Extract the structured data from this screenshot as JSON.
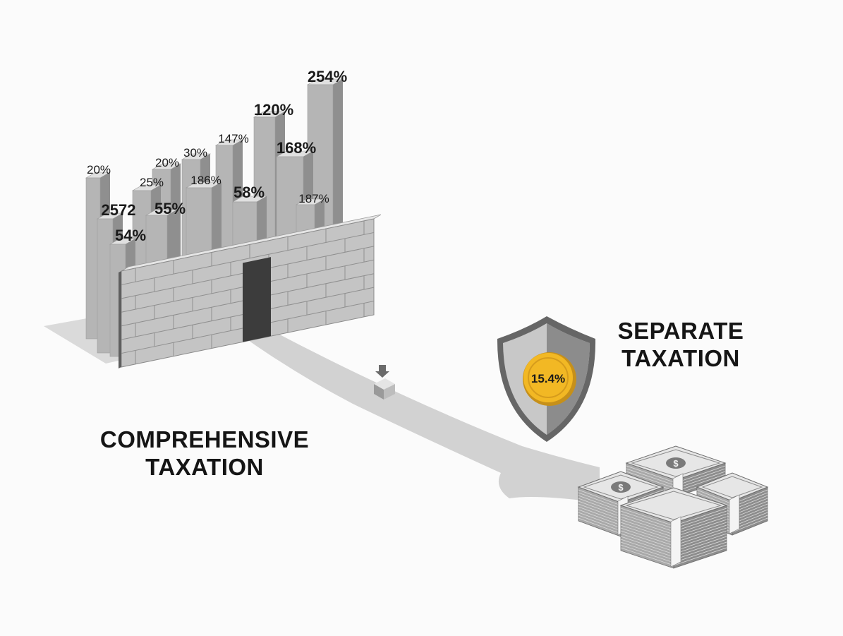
{
  "bar_labels": [
    {
      "text": "20%",
      "size": 17
    },
    {
      "text": "2572",
      "size": 22
    },
    {
      "text": "54%",
      "size": 22
    },
    {
      "text": "25%",
      "size": 17
    },
    {
      "text": "55%",
      "size": 22
    },
    {
      "text": "20%",
      "size": 17
    },
    {
      "text": "30%",
      "size": 17
    },
    {
      "text": "186%",
      "size": 17
    },
    {
      "text": "147%",
      "size": 17
    },
    {
      "text": "58%",
      "size": 22
    },
    {
      "text": "120%",
      "size": 22
    },
    {
      "text": "168%",
      "size": 22
    },
    {
      "text": "187%",
      "size": 17
    },
    {
      "text": "254%",
      "size": 22
    }
  ],
  "comprehensive_label": [
    "COMPREHENSIVE",
    "TAXATION"
  ],
  "separate_label": [
    "SEPARATE",
    "TAXATION"
  ],
  "coin_rate": "15.4%",
  "colors": {
    "coin": "#f2b824",
    "bar_front": "#b5b5b5",
    "bar_side": "#8f8f8f",
    "wall": "#c4c4c4",
    "path": "#cdcdcd"
  },
  "icons": [
    "shield-icon",
    "coin-icon",
    "cash-stack-icon",
    "arrow-down-icon",
    "brick-wall",
    "doorway"
  ]
}
